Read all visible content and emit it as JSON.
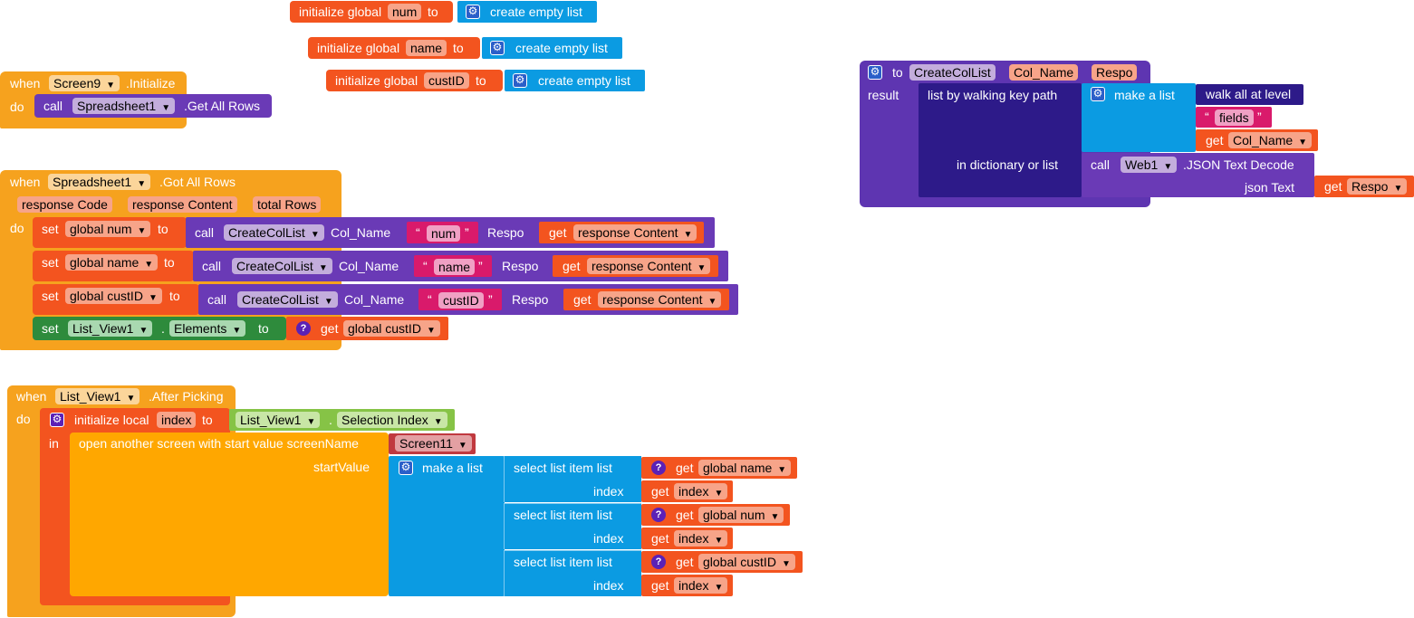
{
  "globals": [
    {
      "kw": "initialize global",
      "name": "num",
      "to": "to",
      "value": "create empty list"
    },
    {
      "kw": "initialize global",
      "name": "name",
      "to": "to",
      "value": "create empty list"
    },
    {
      "kw": "initialize global",
      "name": "custID",
      "to": "to",
      "value": "create empty list"
    }
  ],
  "screen_init": {
    "when": "when",
    "component": "Screen9",
    "event": ".Initialize",
    "do": "do",
    "call": "call",
    "target": "Spreadsheet1",
    "method": ".Get All Rows"
  },
  "got_all_rows": {
    "when": "when",
    "component": "Spreadsheet1",
    "event": ".Got All Rows",
    "params": [
      "response Code",
      "response Content",
      "total Rows"
    ],
    "do": "do",
    "sets": [
      {
        "set": "set",
        "var": "global num",
        "to": "to",
        "call": "call",
        "proc": "CreateColList",
        "arg1": "Col_Name",
        "str": "num",
        "arg2": "Respo",
        "get": "get",
        "getvar": "response Content"
      },
      {
        "set": "set",
        "var": "global name",
        "to": "to",
        "call": "call",
        "proc": "CreateColList",
        "arg1": "Col_Name",
        "str": "name",
        "arg2": "Respo",
        "get": "get",
        "getvar": "response Content"
      },
      {
        "set": "set",
        "var": "global custID",
        "to": "to",
        "call": "call",
        "proc": "CreateColList",
        "arg1": "Col_Name",
        "str": "custID",
        "arg2": "Respo",
        "get": "get",
        "getvar": "response Content"
      }
    ],
    "last_set": {
      "set": "set",
      "component": "List_View1",
      "dot": ".",
      "prop": "Elements",
      "to": "to",
      "get": "get",
      "getvar": "global custID"
    }
  },
  "after_picking": {
    "when": "when",
    "component": "List_View1",
    "event": ".After Picking",
    "do": "do",
    "init_local": "initialize local",
    "local": "index",
    "to": "to",
    "lv_component": "List_View1",
    "dot": ".",
    "lv_prop": "Selection Index",
    "in": "in",
    "open": "open another screen with start value  screenName",
    "screen": "Screen11",
    "start_value": "startValue",
    "make_list": "make a list",
    "items": [
      {
        "select": "select list item  list",
        "get": "get",
        "getvar": "global name",
        "index_label": "index",
        "get2": "get",
        "index": "index"
      },
      {
        "select": "select list item  list",
        "get": "get",
        "getvar": "global num",
        "index_label": "index",
        "get2": "get",
        "index": "index"
      },
      {
        "select": "select list item  list",
        "get": "get",
        "getvar": "global custID",
        "index_label": "index",
        "get2": "get",
        "index": "index"
      }
    ]
  },
  "procedure": {
    "to": "to",
    "name": "CreateColList",
    "param1": "Col_Name",
    "param2": "Respo",
    "result": "result",
    "walk": "list by walking key path",
    "make_list": "make a list",
    "walk_all": "walk all at level",
    "fields": "fields",
    "get": "get",
    "get_param": "Col_Name",
    "in_dict": "in dictionary or list",
    "call": "call",
    "web": "Web1",
    "decode": ".JSON Text Decode",
    "json_text": "json Text",
    "get2": "get",
    "get2_param": "Respo"
  },
  "icons": {
    "gear": "gear-icon",
    "question": "help-icon",
    "dropdown": "dropdown-arrow-icon"
  },
  "colors": {
    "event": "#f6a21e",
    "variable": "#f3541f",
    "list": "#0b9be2",
    "procedure": "#6a3ab6",
    "text": "#d91a6b",
    "control": "#ffa700",
    "component_setter": "#2e8b3c",
    "component_getter": "#86c346"
  }
}
